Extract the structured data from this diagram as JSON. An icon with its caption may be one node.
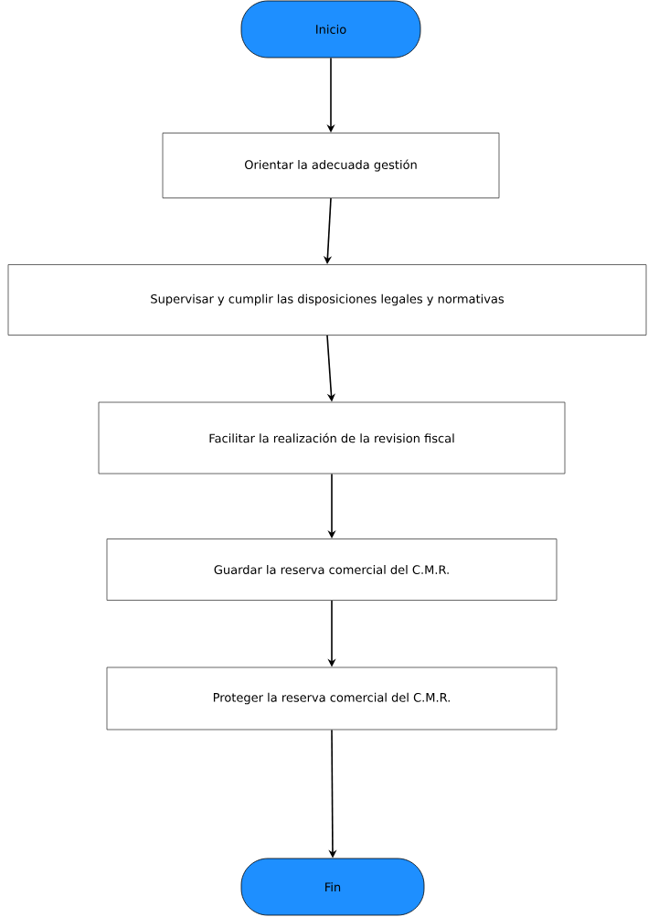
{
  "diagram": {
    "nodes": [
      {
        "text": [
          "Inicio"
        ]
      },
      {
        "text": [
          "Orientar la adecuada gestión"
        ]
      },
      {
        "text": [
          "Supervisar y cumplir las disposiciones legales y normativas"
        ]
      },
      {
        "text": [
          "Facilitar la realización de la revision fiscal"
        ]
      },
      {
        "text": [
          "Guardar la reserva comercial del C.M.R."
        ]
      },
      {
        "text": [
          "Proteger la reserva comercial del C.M.R."
        ]
      },
      {
        "text": [
          "Fin"
        ]
      }
    ],
    "edges": [
      {
        "from": 0,
        "to": 1,
        "arrow": "to"
      },
      {
        "from": 1,
        "to": 2,
        "arrow": "to"
      },
      {
        "from": 2,
        "to": 3,
        "arrow": "to"
      },
      {
        "from": 3,
        "to": 4,
        "arrow": "to"
      },
      {
        "from": 4,
        "to": 5,
        "arrow": "to"
      },
      {
        "from": 5,
        "to": 6,
        "arrow": "to"
      }
    ]
  }
}
